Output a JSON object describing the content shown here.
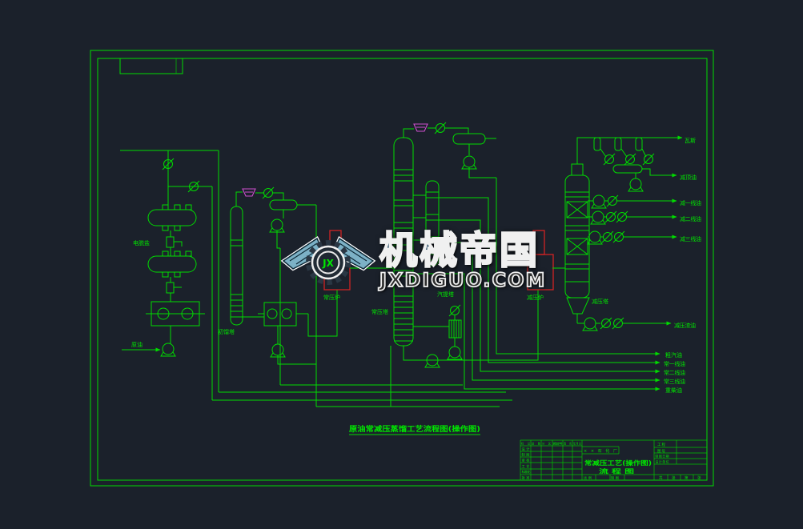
{
  "watermark": {
    "brand": "机械帝国",
    "tagline": "JXDIGUO.COM",
    "monogram": "JX"
  },
  "drawing": {
    "caption": "原油常减压蒸馏工艺流程图(操作图)",
    "equipment": {
      "desalter": "电脱盐",
      "crude_oil": "原油",
      "initial_tower": "初馏塔",
      "atm_furnace": "常压炉",
      "atm_tower": "常压塔",
      "stripper": "汽提塔",
      "vac_furnace": "减压炉",
      "vac_tower": "减压塔"
    },
    "streams_right": [
      "瓦斯",
      "减顶油",
      "减一线油",
      "减二线油",
      "减三线油",
      "减压渣油"
    ],
    "streams_mid": [
      "粗汽油",
      "常一线油",
      "常二线油",
      "常三线油",
      "重柴油"
    ]
  },
  "title_block": {
    "company": "××石化厂",
    "title_line1": "常减压工艺(操作图)",
    "title_line2": "流 程 图",
    "rev_headers": [
      "标记",
      "处数",
      "分区",
      "更改文件号",
      "签名",
      "年月日"
    ],
    "sign_rows": [
      "设计",
      "制图",
      "审核",
      "工艺",
      "标准化",
      "批准"
    ],
    "scale_label": "比例",
    "draw_label": "制图",
    "right_rows": [
      "工程",
      "图号",
      "制图日期",
      "设计单位"
    ],
    "sheet_row": [
      "共",
      "张",
      "第",
      "张"
    ]
  },
  "colors": {
    "background": "#1b212b",
    "line_green": "#00dc00",
    "furnace_red": "#d12424",
    "cooler_magenta": "#cc4fcc"
  }
}
